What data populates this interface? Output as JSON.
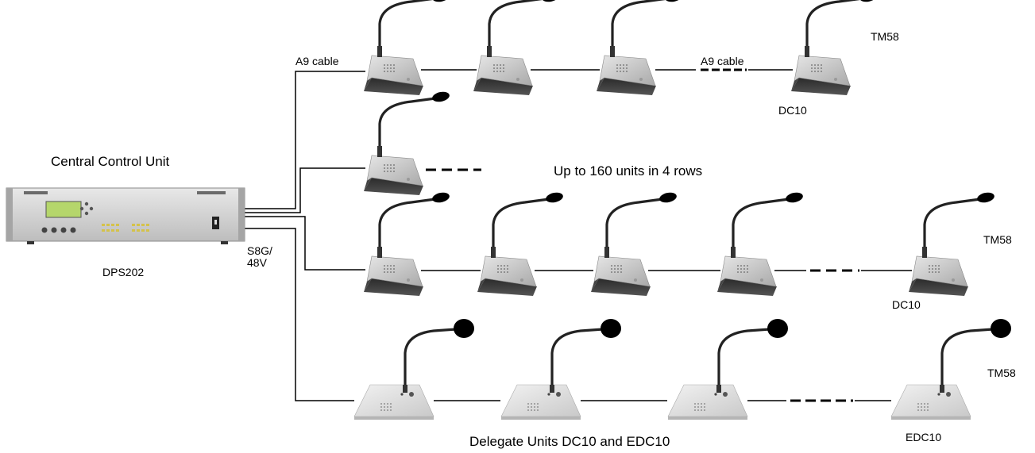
{
  "labels": {
    "ccu_title": "Central Control Unit",
    "ccu_model": "DPS202",
    "trunk_cable": "S8G/",
    "trunk_voltage": "48V",
    "row1_cable": "A9 cable",
    "row1_cable_mid": "A9 cable",
    "row1_end_tm": "TM58",
    "row1_end_dc": "DC10",
    "capacity_note": "Up to 160 units in 4 rows",
    "row3_end_tm": "TM58",
    "row3_end_dc": "DC10",
    "row4_end_tm": "TM58",
    "row4_end_edc": "EDC10",
    "caption": "Delegate Units DC10 and EDC10"
  },
  "rows": [
    {
      "name": "row-1",
      "unit_type": "DC10",
      "units_shown": 4,
      "continues": true
    },
    {
      "name": "row-2",
      "unit_type": "DC10",
      "units_shown": 1,
      "continues": true
    },
    {
      "name": "row-3",
      "unit_type": "DC10",
      "units_shown": 5,
      "continues": true
    },
    {
      "name": "row-4",
      "unit_type": "EDC10",
      "units_shown": 4,
      "continues": true
    }
  ],
  "colors": {
    "line": "#000000",
    "unit_base": "#3a3a3a",
    "unit_top": "#c8c8c8",
    "mic_head": "#000000",
    "rack_body": "#d9d9d9",
    "lcd": "#b5d66b",
    "edc_plate": "#e2e2e2"
  }
}
